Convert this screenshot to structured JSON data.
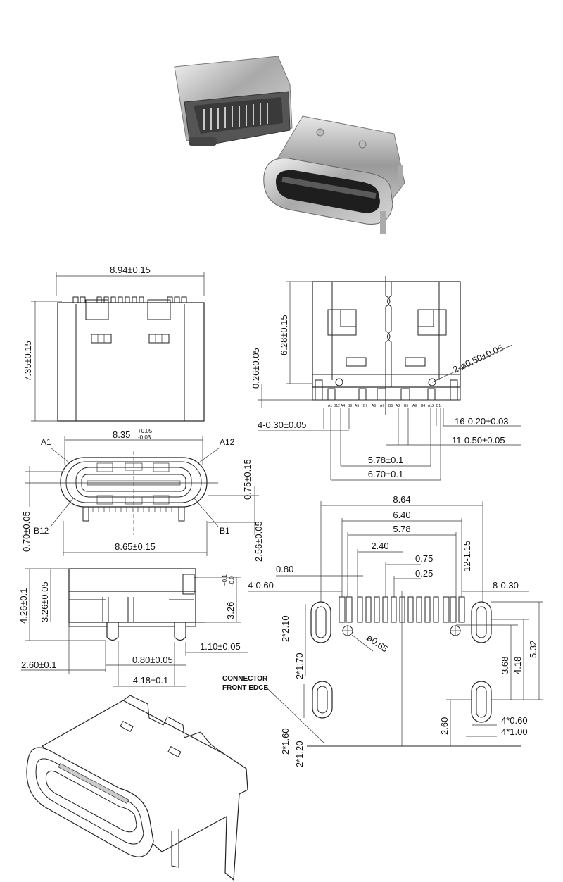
{
  "top_view": {
    "width": "8.94±0.15",
    "height": "7.35±0.15"
  },
  "front_view": {
    "opening_width": "8.35",
    "opening_tol_upper": "+0.05",
    "opening_tol_lower": "-0.03",
    "pin_a1": "A1",
    "pin_a12": "A12",
    "pin_b12": "B12",
    "pin_b1": "B1",
    "offset_left": "0.70±0.05",
    "offset_right": "0.75±0.15",
    "body_width": "8.65±0.15",
    "body_height": "2.56±0.05"
  },
  "side_view": {
    "total_height": "4.26±0.1",
    "body_height": "3.26±0.05",
    "right_height": "3.26",
    "right_tol_upper": "+0.1",
    "right_tol_lower": "-0.0",
    "tail_offset": "2.60±0.1",
    "leg_thickness": "0.80±0.05",
    "leg_width": "1.10±0.05",
    "leg_span": "4.18±0.1"
  },
  "bottom_view": {
    "body_height": "6.28±0.15",
    "lower_height": "0.26±0.05",
    "post_holes": "2-ø0.50±0.05",
    "pin_labels": [
      "A1",
      "B12",
      "A4",
      "B9",
      "A5",
      "B7",
      "A6",
      "A7",
      "B6",
      "A8",
      "B5",
      "A9",
      "B4",
      "A12",
      "B1"
    ],
    "left_pins": "4-0.30±0.05",
    "signal_pins_a": "16-0.20±0.03",
    "signal_pins_b": "11-0.50±0.05",
    "inner_span": "5.78±0.1",
    "outer_span": "6.70±0.1"
  },
  "footprint": {
    "overall": "8.64",
    "outer_pads": "6.40",
    "inner_pads": "5.78",
    "pitch_a": "2.40",
    "pitch_b": "0.75",
    "pitch_c": "0.25",
    "pad_count_right": "12-1.15",
    "slot_width_left": "0.80",
    "left_pads": "4-0.60",
    "right_pads": "8-0.30",
    "slot_h1": "2*2.10",
    "slot_h2": "2*1.70",
    "hole_dia": "ø0.65",
    "dim_368": "3.68",
    "dim_418": "4.18",
    "dim_532": "5.32",
    "front_edge_label_1": "CONNECTOR",
    "front_edge_label_2": "FRONT EDCE",
    "slot_lower_1": "2*1.60",
    "slot_lower_2": "2*1.20",
    "dim_260": "2.60",
    "slot_w1": "4*0.60",
    "slot_w2": "4*1.00"
  }
}
